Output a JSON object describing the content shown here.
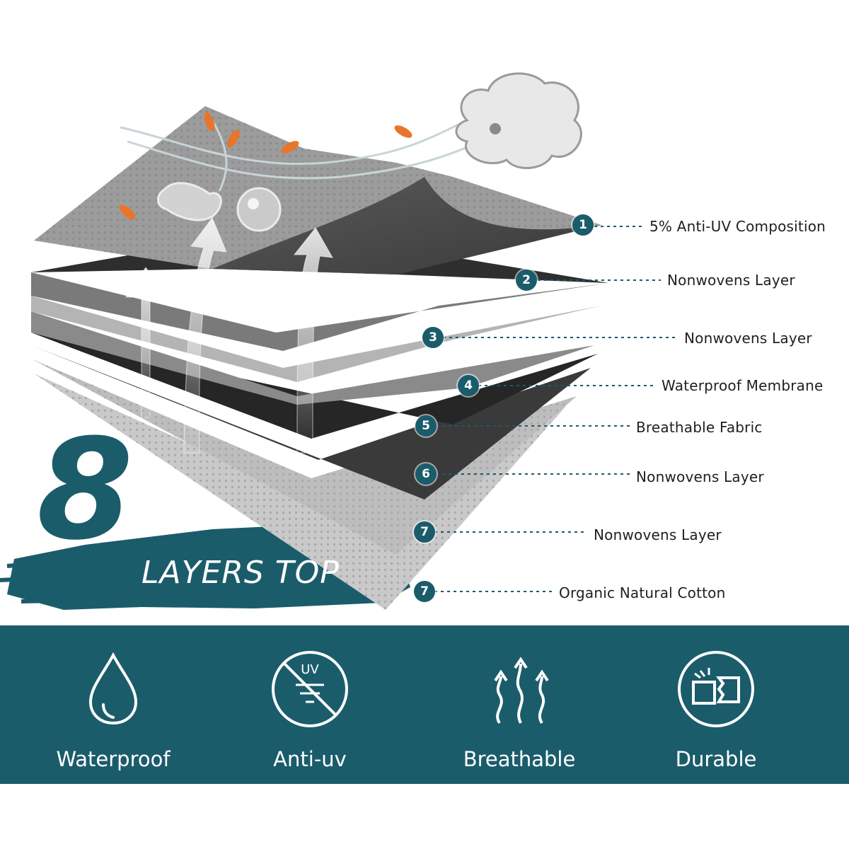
{
  "badge": {
    "number": "8",
    "text": "LAYERS TOP",
    "color": "#1b5c6b"
  },
  "layers": [
    {
      "num": "1",
      "label": "5% Anti-UV Composition"
    },
    {
      "num": "2",
      "label": "Nonwovens Layer"
    },
    {
      "num": "3",
      "label": "Nonwovens Layer"
    },
    {
      "num": "4",
      "label": "Waterproof Membrane"
    },
    {
      "num": "5",
      "label": "Breathable Fabric"
    },
    {
      "num": "6",
      "label": "Nonwovens Layer"
    },
    {
      "num": "7",
      "label": "Nonwovens Layer"
    },
    {
      "num": "7",
      "label": "Organic Natural Cotton"
    }
  ],
  "features": [
    {
      "label": "Waterproof",
      "icon": "water-drop-icon"
    },
    {
      "label": "Anti-uv",
      "icon": "uv-shield-icon"
    },
    {
      "label": "Breathable",
      "icon": "air-flow-icon"
    },
    {
      "label": "Durable",
      "icon": "durable-icon"
    }
  ],
  "uv_icon_text": "UV",
  "colors": {
    "teal": "#1b5c6b",
    "layer_light": "#b9b9b9",
    "layer_dark": "#2b2b2b",
    "leaf": "#e9742a"
  }
}
